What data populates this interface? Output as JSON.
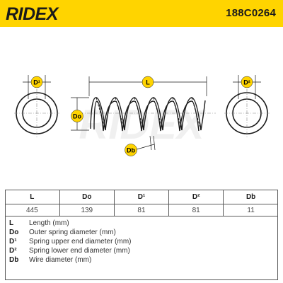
{
  "header": {
    "brand": "RIDEX",
    "part_number": "188C0264"
  },
  "diagram": {
    "labels": {
      "d1": "D¹",
      "l": "L",
      "d2": "D²",
      "do": "Do",
      "db": "Db"
    },
    "watermark": "RIDEX"
  },
  "specs": {
    "headers": [
      "L",
      "Do",
      "D¹",
      "D²",
      "Db"
    ],
    "values": [
      "445",
      "139",
      "81",
      "81",
      "11"
    ]
  },
  "legend": [
    {
      "key": "L",
      "desc": "Length (mm)"
    },
    {
      "key": "Do",
      "desc": "Outer spring diameter (mm)"
    },
    {
      "key": "D¹",
      "desc": "Spring upper end diameter (mm)"
    },
    {
      "key": "D²",
      "desc": "Spring lower end diameter (mm)"
    },
    {
      "key": "Db",
      "desc": "Wire diameter (mm)"
    }
  ],
  "colors": {
    "header_bg": "#ffd400",
    "badge_bg": "#ffd400",
    "line": "#1a1a1a"
  }
}
